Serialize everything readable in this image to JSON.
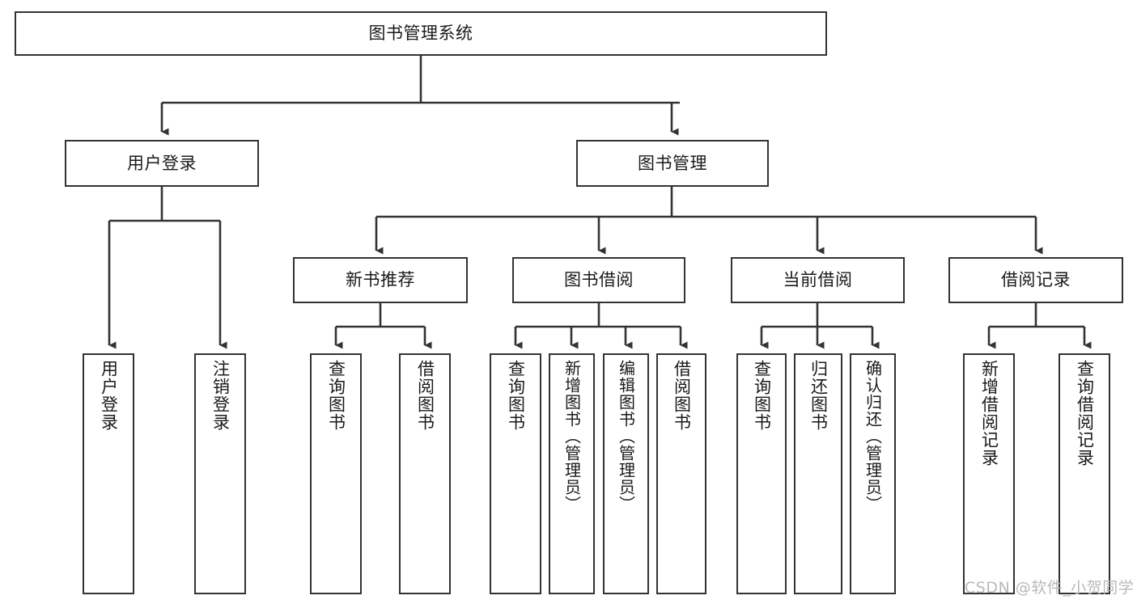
{
  "diagram": {
    "type": "tree-hierarchy",
    "title": "图书管理系统",
    "orientation": "top-down",
    "edge_style": "orthogonal-arrow",
    "colors": {
      "box_border": "#333333",
      "box_fill": "#ffffff",
      "text": "#1a1a1a",
      "edge": "#333333",
      "watermark": "#b9b9b9",
      "background": "#ffffff"
    },
    "nodes": {
      "root": {
        "label": "图书管理系统",
        "level": 1
      },
      "l2": [
        {
          "id": "user-login",
          "label": "用户登录",
          "level": 2
        },
        {
          "id": "book-manage",
          "label": "图书管理",
          "level": 2
        }
      ],
      "l3": [
        {
          "id": "new-book-recommend",
          "label": "新书推荐",
          "level": 3,
          "parent": "book-manage"
        },
        {
          "id": "book-borrow",
          "label": "图书借阅",
          "level": 3,
          "parent": "book-manage"
        },
        {
          "id": "current-borrow",
          "label": "当前借阅",
          "level": 3,
          "parent": "book-manage"
        },
        {
          "id": "borrow-record",
          "label": "借阅记录",
          "level": 3,
          "parent": "book-manage"
        }
      ],
      "leaves": [
        {
          "id": "leaf-user-login",
          "label": "用户登录",
          "parent": "user-login"
        },
        {
          "id": "leaf-logout-login",
          "label": "注销登录",
          "parent": "user-login"
        },
        {
          "id": "leaf-query-book-1",
          "label": "查询图书",
          "parent": "new-book-recommend"
        },
        {
          "id": "leaf-borrow-book-1",
          "label": "借阅图书",
          "parent": "new-book-recommend"
        },
        {
          "id": "leaf-query-book-2",
          "label": "查询图书",
          "parent": "book-borrow"
        },
        {
          "id": "leaf-add-book",
          "label": "新增图书（管理员）",
          "parent": "book-borrow"
        },
        {
          "id": "leaf-edit-book",
          "label": "编辑图书（管理员）",
          "parent": "book-borrow"
        },
        {
          "id": "leaf-borrow-book-2",
          "label": "借阅图书",
          "parent": "book-borrow"
        },
        {
          "id": "leaf-query-book-3",
          "label": "查询图书",
          "parent": "current-borrow"
        },
        {
          "id": "leaf-return-book",
          "label": "归还图书",
          "parent": "current-borrow"
        },
        {
          "id": "leaf-confirm-return",
          "label": "确认归还（管理员）",
          "parent": "current-borrow"
        },
        {
          "id": "leaf-add-record",
          "label": "新增借阅记录",
          "parent": "borrow-record"
        },
        {
          "id": "leaf-query-record",
          "label": "查询借阅记录",
          "parent": "borrow-record"
        }
      ]
    },
    "watermark": "CSDN @软件_小贺同学"
  }
}
